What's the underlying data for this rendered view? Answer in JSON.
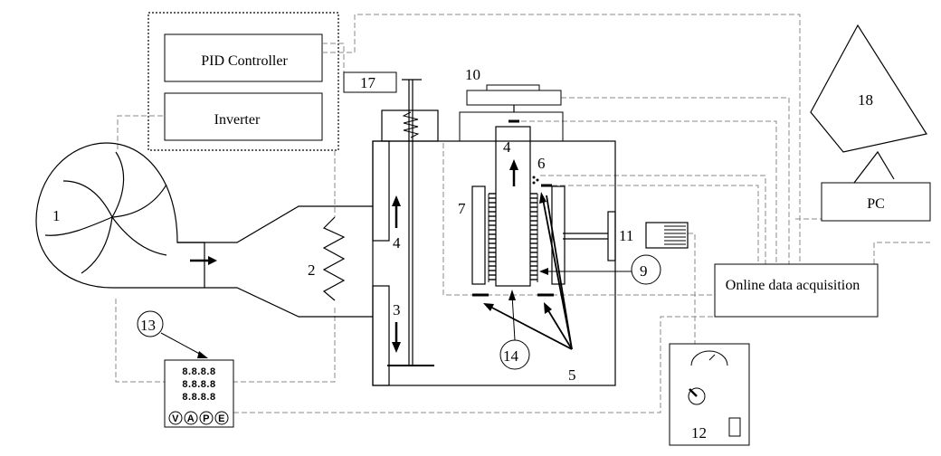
{
  "boxes": {
    "pid": "PID Controller",
    "inverter": "Inverter",
    "pc": "PC",
    "daq": "Online data acquisition"
  },
  "labels": {
    "n1": "1",
    "n2": "2",
    "n3": "3",
    "n4a": "4",
    "n4b": "4",
    "n5": "5",
    "n6": "6",
    "n7": "7",
    "n9": "9",
    "n10": "10",
    "n11": "11",
    "n12": "12",
    "n13": "13",
    "n14": "14",
    "n17": "17",
    "n18": "18"
  },
  "meter": {
    "row1": "8.8.8.8",
    "row2": "8.8.8.8",
    "row3": "8.8.8.8",
    "buttons": [
      "V",
      "A",
      "P",
      "E"
    ]
  }
}
